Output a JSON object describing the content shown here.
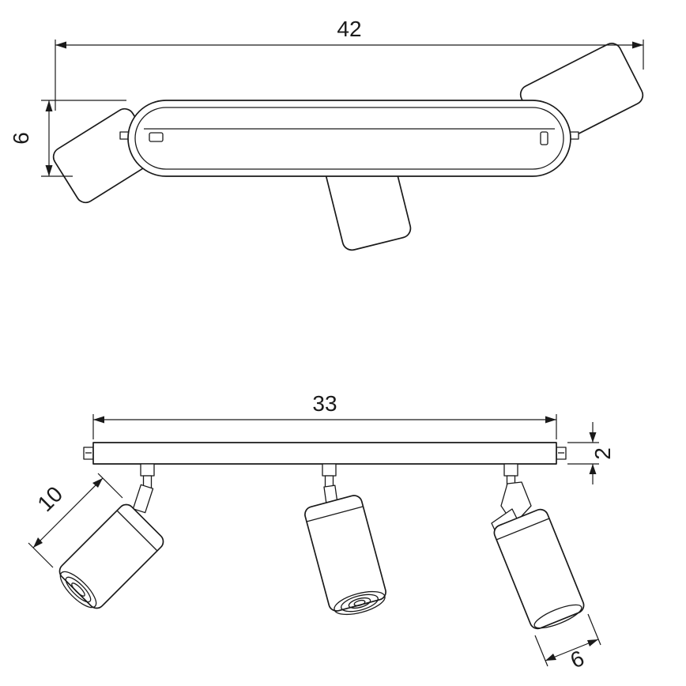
{
  "drawing": {
    "background": "#ffffff",
    "line_color": "#1a1a1a",
    "dims": {
      "overall_width": "42",
      "plate_depth": "6",
      "rail_length": "33",
      "rail_thickness": "2",
      "spot_length": "10",
      "spot_diameter": "6"
    }
  }
}
